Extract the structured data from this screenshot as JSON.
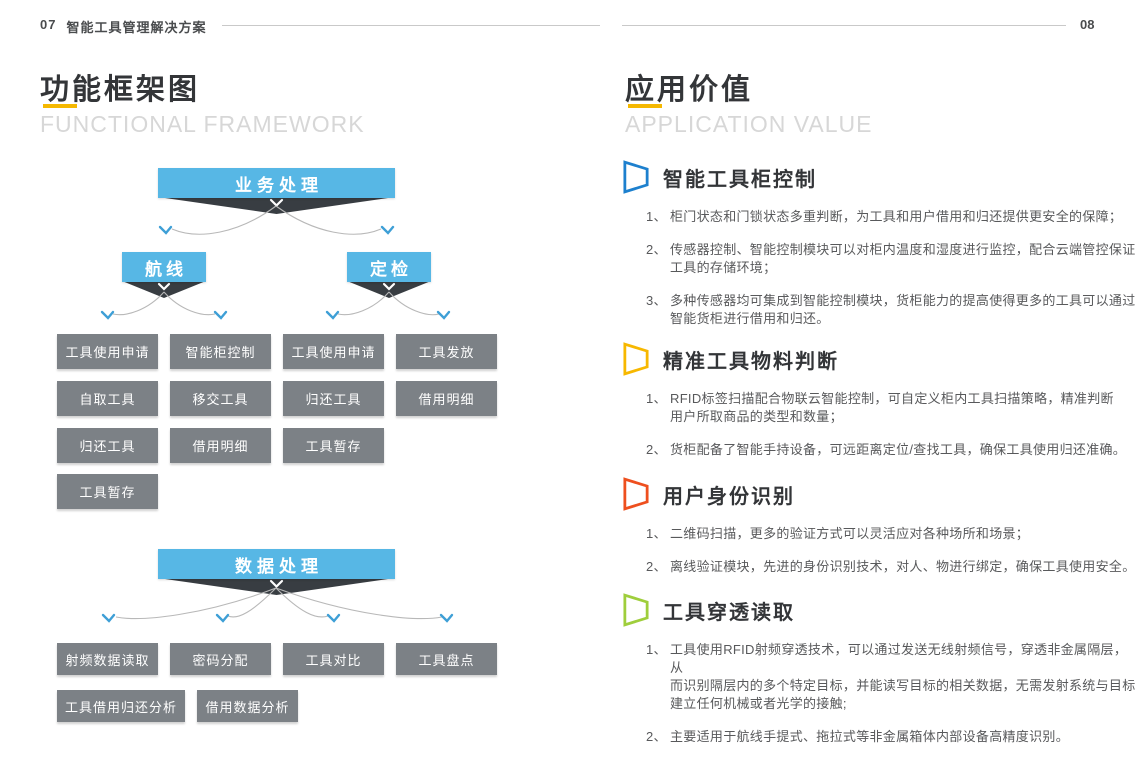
{
  "colors": {
    "accent_yellow": "#f5b800",
    "banner_blue": "#57b7e5",
    "ribbon_dark": "#383d42",
    "box_gray": "#7c8186",
    "arrow_blue": "#3e9fd6",
    "section_blue": "#1d80ce",
    "section_yellow": "#f7b800",
    "section_orange": "#ee4f1e",
    "section_green": "#9fce3c"
  },
  "page_left": {
    "header": {
      "page_no": "07",
      "doc_title": "智能工具管理解决方案"
    },
    "title_cn": "功能框架图",
    "title_en": "FUNCTIONAL FRAMEWORK",
    "diagram": {
      "business": {
        "root": "业务处理",
        "branch_left": "航线",
        "branch_right": "定检",
        "rows": [
          [
            "工具使用申请",
            "智能柜控制",
            "工具使用申请",
            "工具发放"
          ],
          [
            "自取工具",
            "移交工具",
            "归还工具",
            "借用明细"
          ],
          [
            "归还工具",
            "借用明细",
            "工具暂存"
          ],
          [
            "工具暂存"
          ]
        ]
      },
      "data": {
        "root": "数据处理",
        "rows": [
          [
            "射频数据读取",
            "密码分配",
            "工具对比",
            "工具盘点"
          ],
          [
            "工具借用归还分析",
            "借用数据分析"
          ]
        ]
      }
    }
  },
  "page_right": {
    "header": {
      "page_no": "08"
    },
    "title_cn": "应用价值",
    "title_en": "APPLICATION VALUE",
    "sections": [
      {
        "title": "智能工具柜控制",
        "color": "#1d80ce",
        "items": [
          {
            "num": "1、",
            "text": "柜门状态和门锁状态多重判断，为工具和用户借用和归还提供更安全的保障；"
          },
          {
            "num": "2、",
            "text": "传感器控制、智能控制模块可以对柜内温度和湿度进行监控，配合云端管控保证\n工具的存储环境；"
          },
          {
            "num": "3、",
            "text": "多种传感器均可集成到智能控制模块，货柜能力的提高使得更多的工具可以通过\n智能货柜进行借用和归还。"
          }
        ]
      },
      {
        "title": "精准工具物料判断",
        "color": "#f7b800",
        "items": [
          {
            "num": "1、",
            "text": "RFID标签扫描配合物联云智能控制，可自定义柜内工具扫描策略，精准判断\n用户所取商品的类型和数量；"
          },
          {
            "num": "2、",
            "text": "货柜配备了智能手持设备，可远距离定位/查找工具，确保工具使用归还准确。"
          }
        ]
      },
      {
        "title": "用户身份识别",
        "color": "#ee4f1e",
        "items": [
          {
            "num": "1、",
            "text": "二维码扫描，更多的验证方式可以灵活应对各种场所和场景；"
          },
          {
            "num": "2、",
            "text": "离线验证模块，先进的身份识别技术，对人、物进行绑定，确保工具使用安全。"
          }
        ]
      },
      {
        "title": "工具穿透读取",
        "color": "#9fce3c",
        "items": [
          {
            "num": "1、",
            "text": "工具使用RFID射频穿透技术，可以通过发送无线射频信号，穿透非金属隔层，从\n而识别隔层内的多个特定目标，并能读写目标的相关数据，无需发射系统与目标\n建立任何机械或者光学的接触;"
          },
          {
            "num": "2、",
            "text": "主要适用于航线手提式、拖拉式等非金属箱体内部设备高精度识别。"
          }
        ]
      }
    ]
  }
}
